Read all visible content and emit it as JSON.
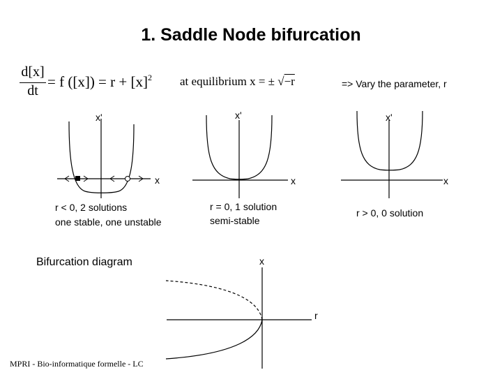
{
  "title": "1. Saddle Node bifurcation",
  "equation": {
    "lhs_top": "d[x]",
    "lhs_bottom": "dt",
    "rhs_pre": "= f ([x]) = r + [x]",
    "rhs_exp": "2",
    "equilibrium_pre": "at equilibrium x = ± √",
    "equilibrium_rad": "−r"
  },
  "instruction": "=> Vary the parameter, r",
  "panels": [
    {
      "y_label": "x'",
      "x_label": "x",
      "caption_line1": "r < 0, 2 solutions",
      "caption_line2": "one stable, one unstable"
    },
    {
      "y_label": "x'",
      "x_label": "x",
      "caption_line1": "r = 0, 1 solution",
      "caption_line2": "semi-stable"
    },
    {
      "y_label": "x'",
      "x_label": "x",
      "caption_line1": "r > 0, 0 solution",
      "caption_line2": ""
    }
  ],
  "bifurcation": {
    "label": "Bifurcation diagram",
    "y_label": "x",
    "x_label": "r"
  },
  "footer": "MPRI - Bio-informatique formelle - LC",
  "colors": {
    "line": "#000000",
    "background": "#ffffff"
  }
}
